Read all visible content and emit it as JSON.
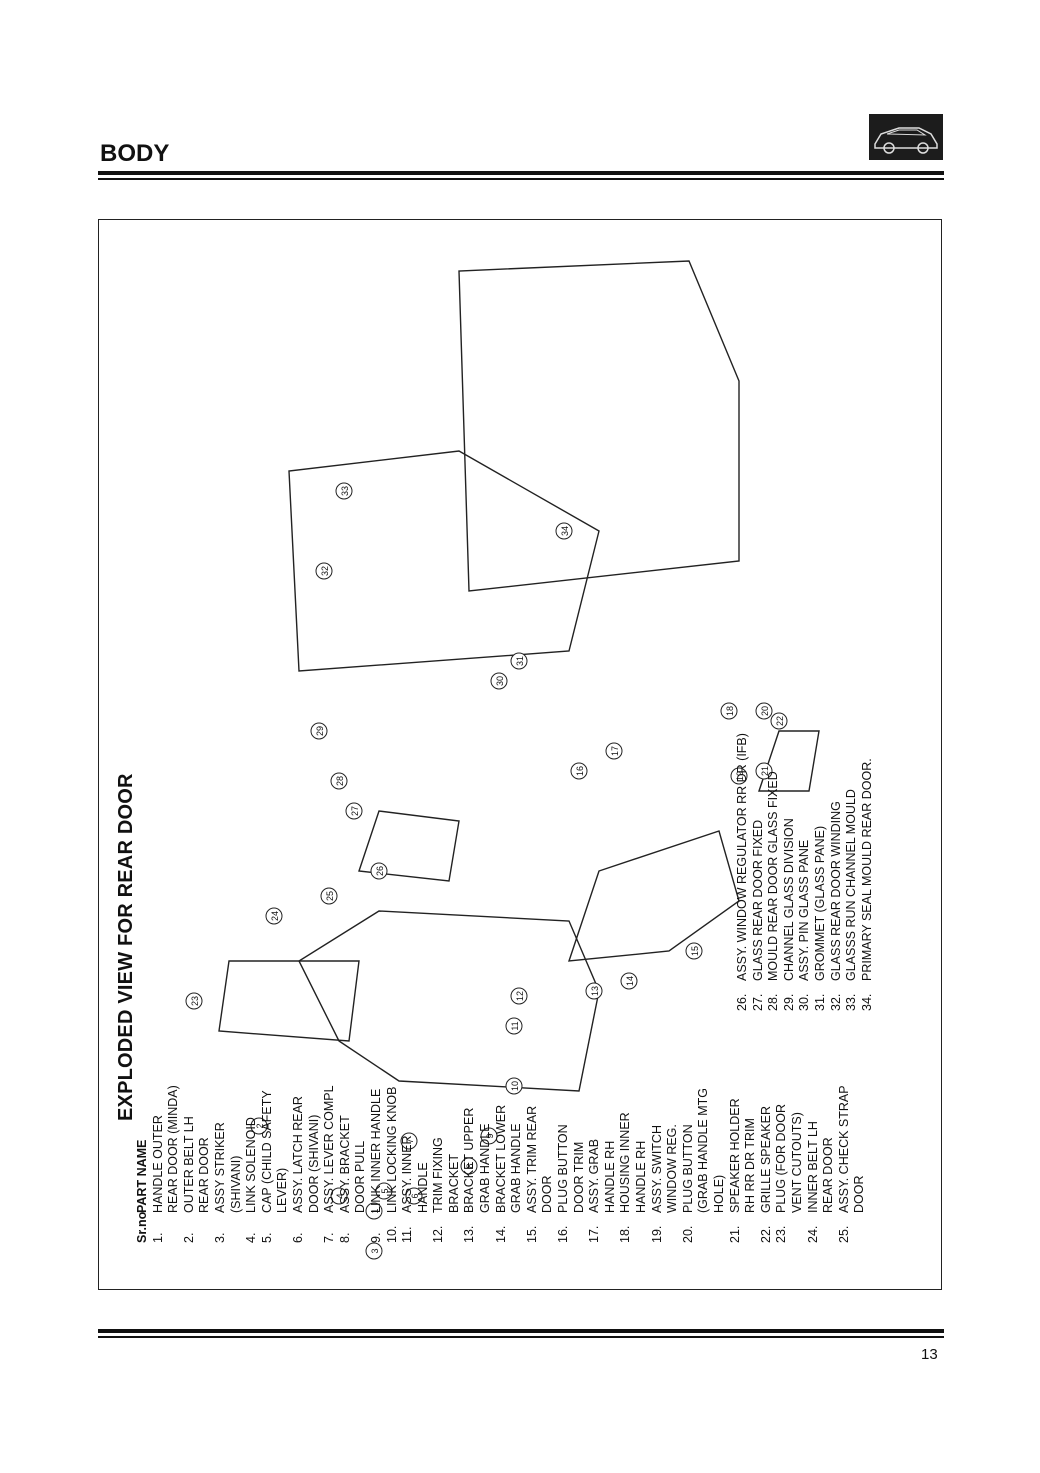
{
  "header": {
    "title": "BODY"
  },
  "diagram": {
    "title": "EXPLODED VIEW FOR  REAR DOOR",
    "callouts": [
      "1",
      "2",
      "3",
      "4",
      "5",
      "6",
      "7",
      "8",
      "9",
      "10",
      "11",
      "12",
      "13",
      "14",
      "15",
      "16",
      "17",
      "18",
      "19",
      "20",
      "21",
      "22",
      "23",
      "24",
      "25",
      "26",
      "27",
      "28",
      "29",
      "30",
      "31",
      "32",
      "33",
      "34"
    ]
  },
  "parts_table": {
    "header_no": "Sr.no",
    "header_name": "PART NAME",
    "col1": [
      {
        "no": "1.",
        "name": "HANDLE OUTER"
      },
      {
        "no": "",
        "name": "REAR DOOR (MINDA)"
      },
      {
        "no": "2.",
        "name": "OUTER BELT LH\nREAR DOOR"
      },
      {
        "no": "3.",
        "name": "ASSY STRIKER\n(SHIVANI)"
      },
      {
        "no": "4.",
        "name": "LINK SOLENOID"
      },
      {
        "no": "5.",
        "name": "CAP (CHILD SAFETY\nLEVER)"
      },
      {
        "no": "6.",
        "name": "ASSY. LATCH REAR\nDOOR (SHIVANI)"
      },
      {
        "no": "7.",
        "name": "ASSY. LEVER COMPL"
      },
      {
        "no": "8.",
        "name": "ASSY. BRACKET\nDOOR PULL"
      },
      {
        "no": "9.",
        "name": "LINK INNER HANDLE"
      },
      {
        "no": "10.",
        "name": "LINK LOCKING KNOB"
      },
      {
        "no": "11.",
        "name": "ASSY. INNER\nHANDLE"
      },
      {
        "no": "12.",
        "name": "TRIM FIXING\nBRACKET"
      },
      {
        "no": "13.",
        "name": "BRACKET UPPER\nGRAB HANDLE"
      },
      {
        "no": "14.",
        "name": "BRACKET LOWER\nGRAB HANDLE"
      },
      {
        "no": "15.",
        "name": "ASSY. TRIM REAR\nDOOR"
      },
      {
        "no": "16.",
        "name": "PLUG BUTTON\nDOOR TRIM"
      },
      {
        "no": "17.",
        "name": "ASSY. GRAB\nHANDLE RH"
      },
      {
        "no": "18.",
        "name": "HOUSING INNER\nHANDLE RH"
      },
      {
        "no": "19.",
        "name": "ASSY. SWITCH\nWINDOW REG."
      },
      {
        "no": "20.",
        "name": "PLUG BUTTON\n(GRAB HANDLE MTG\nHOLE)"
      },
      {
        "no": "21.",
        "name": "SPEAKER HOLDER\nRH RR DR TRIM"
      },
      {
        "no": "22.",
        "name": "GRILLE SPEAKER"
      },
      {
        "no": "23.",
        "name": "PLUG (FOR DOOR\nVENT CUTOUTS)"
      },
      {
        "no": "24.",
        "name": "INNER BELT LH\nREAR DOOR"
      },
      {
        "no": "25.",
        "name": "ASSY. CHECK STRAP\nDOOR"
      }
    ],
    "col2": [
      {
        "no": "26.",
        "name": "ASSY. WINDOW REGULATOR RR DR (IFB)"
      },
      {
        "no": "27.",
        "name": "GLASS REAR DOOR FIXED"
      },
      {
        "no": "28.",
        "name": "MOULD REAR DOOR GLASS FIXED"
      },
      {
        "no": "29.",
        "name": "CHANNEL GLASS DIVISION"
      },
      {
        "no": "30.",
        "name": "ASSY. PIN GLASS PANE"
      },
      {
        "no": "31.",
        "name": "GROMMET (GLASS PANE)"
      },
      {
        "no": "32.",
        "name": "GLASS REAR DOOR WINDING"
      },
      {
        "no": "33.",
        "name": "GLASSS RUN CHANNEL MOULD"
      },
      {
        "no": "34.",
        "name": "PRIMARY SEAL MOULD REAR DOOR."
      }
    ]
  },
  "footer": {
    "page_number": "13"
  }
}
